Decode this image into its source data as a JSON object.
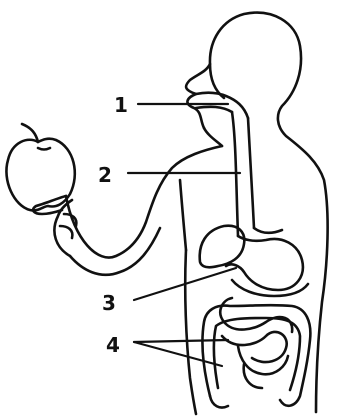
{
  "figure": {
    "labels": [
      {
        "id": "1",
        "text": "1"
      },
      {
        "id": "2",
        "text": "2"
      },
      {
        "id": "3",
        "text": "3"
      },
      {
        "id": "4",
        "text": "4"
      }
    ]
  },
  "colors": {
    "ink": "#111111",
    "background": "#ffffff"
  }
}
